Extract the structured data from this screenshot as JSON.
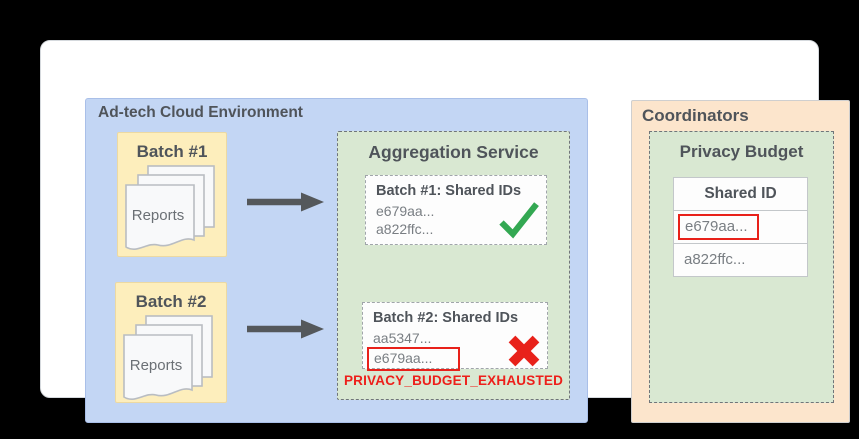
{
  "diagram": {
    "adtech": {
      "title": "Ad-tech Cloud Environment",
      "batches": [
        {
          "label": "Batch #1",
          "reports_label": "Reports"
        },
        {
          "label": "Batch #2",
          "reports_label": "Reports"
        }
      ],
      "aggregation_service": {
        "title": "Aggregation Service",
        "results": [
          {
            "title": "Batch #1: Shared IDs",
            "ids": [
              "e679aa...",
              "a822ffc..."
            ],
            "status": "success"
          },
          {
            "title": "Batch #2: Shared IDs",
            "ids": [
              "aa5347...",
              "e679aa..."
            ],
            "flagged_id": "e679aa...",
            "status": "error"
          }
        ],
        "error_message": "PRIVACY_BUDGET_EXHAUSTED"
      }
    },
    "coordinators": {
      "title": "Coordinators",
      "privacy_budget": {
        "title": "Privacy Budget",
        "table": {
          "header": "Shared ID",
          "rows": [
            {
              "id": "e679aa...",
              "flagged": true
            },
            {
              "id": "a822ffc...",
              "flagged": false
            }
          ]
        }
      }
    },
    "colors": {
      "background": "#000000",
      "card": "#ffffff",
      "adtech_panel": "#c3d6f4",
      "batch_box": "#fdeebc",
      "service_panel": "#d9e8d2",
      "coordinators_panel": "#fce5cc",
      "success_green": "#33a852",
      "error_red": "#e8211a",
      "arrow_gray": "#54585b",
      "title_text": "#4f545a",
      "id_text": "#797e83"
    }
  }
}
